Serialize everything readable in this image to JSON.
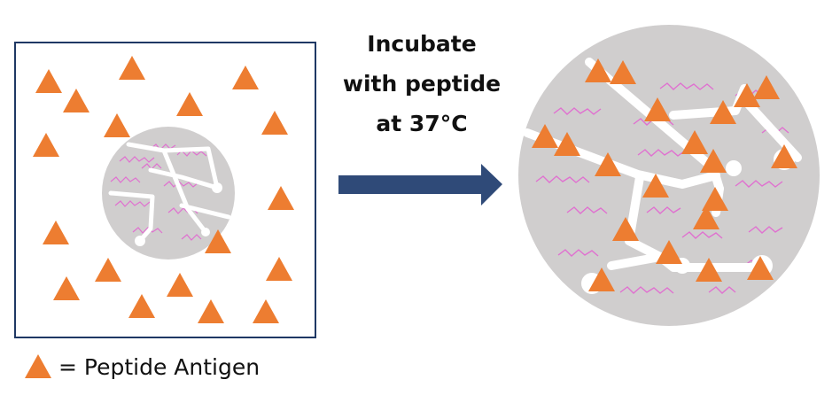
{
  "caption": {
    "lines": [
      "Incubate",
      "with peptide",
      "at 37°C"
    ]
  },
  "legend": {
    "text": "= Peptide Antigen"
  },
  "colors": {
    "antigen": "#ED7D31",
    "particle": "#D0CECE",
    "frame": "#1F3864",
    "arrow": "#2F4A78",
    "fibers": "#E070D0",
    "channels": "#ffffff"
  }
}
